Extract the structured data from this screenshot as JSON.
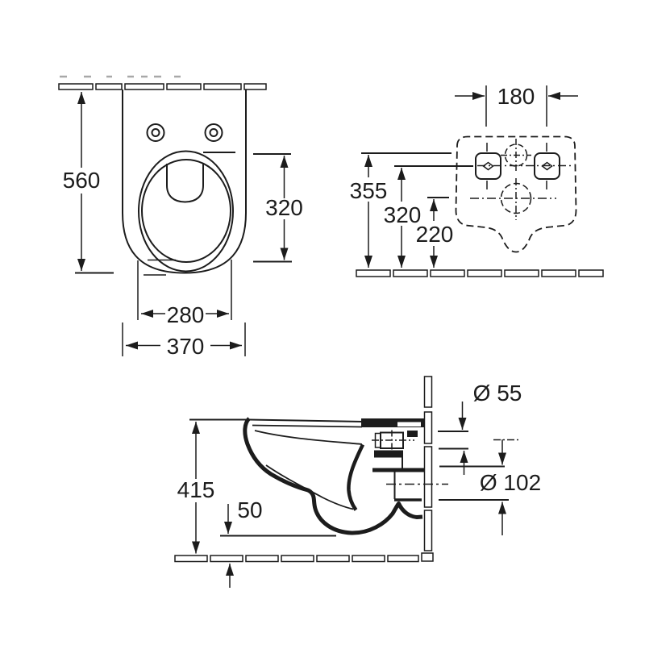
{
  "drawing": {
    "background": "#ffffff",
    "line_color": "#1c1c1c",
    "hatch_dash_color": "#a8a8a8",
    "views": {
      "plan": {
        "dims": {
          "depth": "560",
          "bowl_length": "320",
          "bowl_width": "280",
          "width": "370"
        }
      },
      "rear": {
        "dims": {
          "fixing_centres": "180",
          "top_height": "355",
          "fixing_height": "320",
          "outlet_height": "220"
        }
      },
      "side": {
        "dims": {
          "height": "415",
          "clearance": "50",
          "inlet_dia": "Ø 55",
          "outlet_dia": "Ø 102"
        }
      }
    }
  }
}
